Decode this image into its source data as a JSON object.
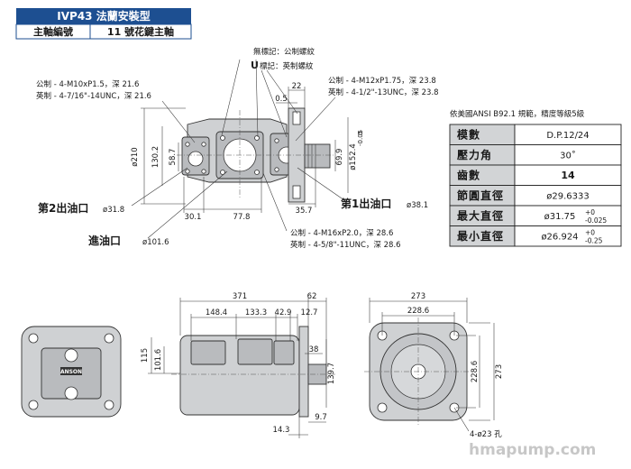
{
  "header": {
    "model_title": "IVP43 法蘭安裝型",
    "shaft_label": "主軸編號",
    "shaft_value": "11 號花鍵主軸"
  },
  "legend": {
    "unmarked": "無標記：公制螺紋",
    "u_mark": "U",
    "u_text": "標記：英制螺紋"
  },
  "notes": {
    "left_metric": "公制 - 4-M10xP1.5，深 21.6",
    "left_imperial": "英制 - 4-7/16\"-14UNC，深 21.6",
    "right_metric": "公制 - 4-M12xP1.75，深 23.8",
    "right_imperial": "英制 - 4-1/2\"-13UNC，深 23.8",
    "bottom_metric": "公制 - 4-M16xP2.0，深 28.6",
    "bottom_imperial": "英制 - 4-5/8\"-11UNC，深 28.6"
  },
  "ports": {
    "outlet2_label": "第2出油口",
    "outlet2_dia": "ø31.8",
    "outlet1_label": "第1出油口",
    "outlet1_dia": "ø38.1",
    "inlet_label": "進油口",
    "inlet_dia": "ø101.6"
  },
  "top_dims": {
    "d22": "22",
    "d05": "0.5",
    "d210": "ø210",
    "d1302": "130.2",
    "d587": "58.7",
    "d699": "69.9",
    "d1524": "ø152.4",
    "d1524_tol_up": "0",
    "d1524_tol_low": "-0.05",
    "d301": "30.1",
    "d778": "77.8",
    "d357": "35.7"
  },
  "spline_table": {
    "caption": "依美國ANSI B92.1 規範，精度等級5級",
    "rows": [
      {
        "label": "模數",
        "value": "D.P.12/24",
        "tol_up": "",
        "tol_low": ""
      },
      {
        "label": "壓力角",
        "value": "30˚",
        "tol_up": "",
        "tol_low": ""
      },
      {
        "label": "齒數",
        "value": "14",
        "tol_up": "",
        "tol_low": ""
      },
      {
        "label": "節圓直徑",
        "value": "ø29.6333",
        "tol_up": "",
        "tol_low": ""
      },
      {
        "label": "最大直徑",
        "value": "ø31.75",
        "tol_up": "+0",
        "tol_low": "-0.025"
      },
      {
        "label": "最小直徑",
        "value": "ø26.924",
        "tol_up": "+0",
        "tol_low": "-0.25"
      }
    ]
  },
  "bottom_dims": {
    "d371": "371",
    "d62": "62",
    "d1484": "148.4",
    "d1333": "133.3",
    "d429": "42.9",
    "d127": "12.7",
    "d115": "115",
    "d1016": "101.6",
    "d38": "38",
    "d1397": "139.7",
    "d143": "14.3",
    "d97": "9.7",
    "d273": "273",
    "d2286a": "228.6",
    "d273b": "273",
    "d2286b": "228.6",
    "holes": "4-ø23 孔"
  },
  "logo_text": "ANSON",
  "watermark": "hmapump.com"
}
